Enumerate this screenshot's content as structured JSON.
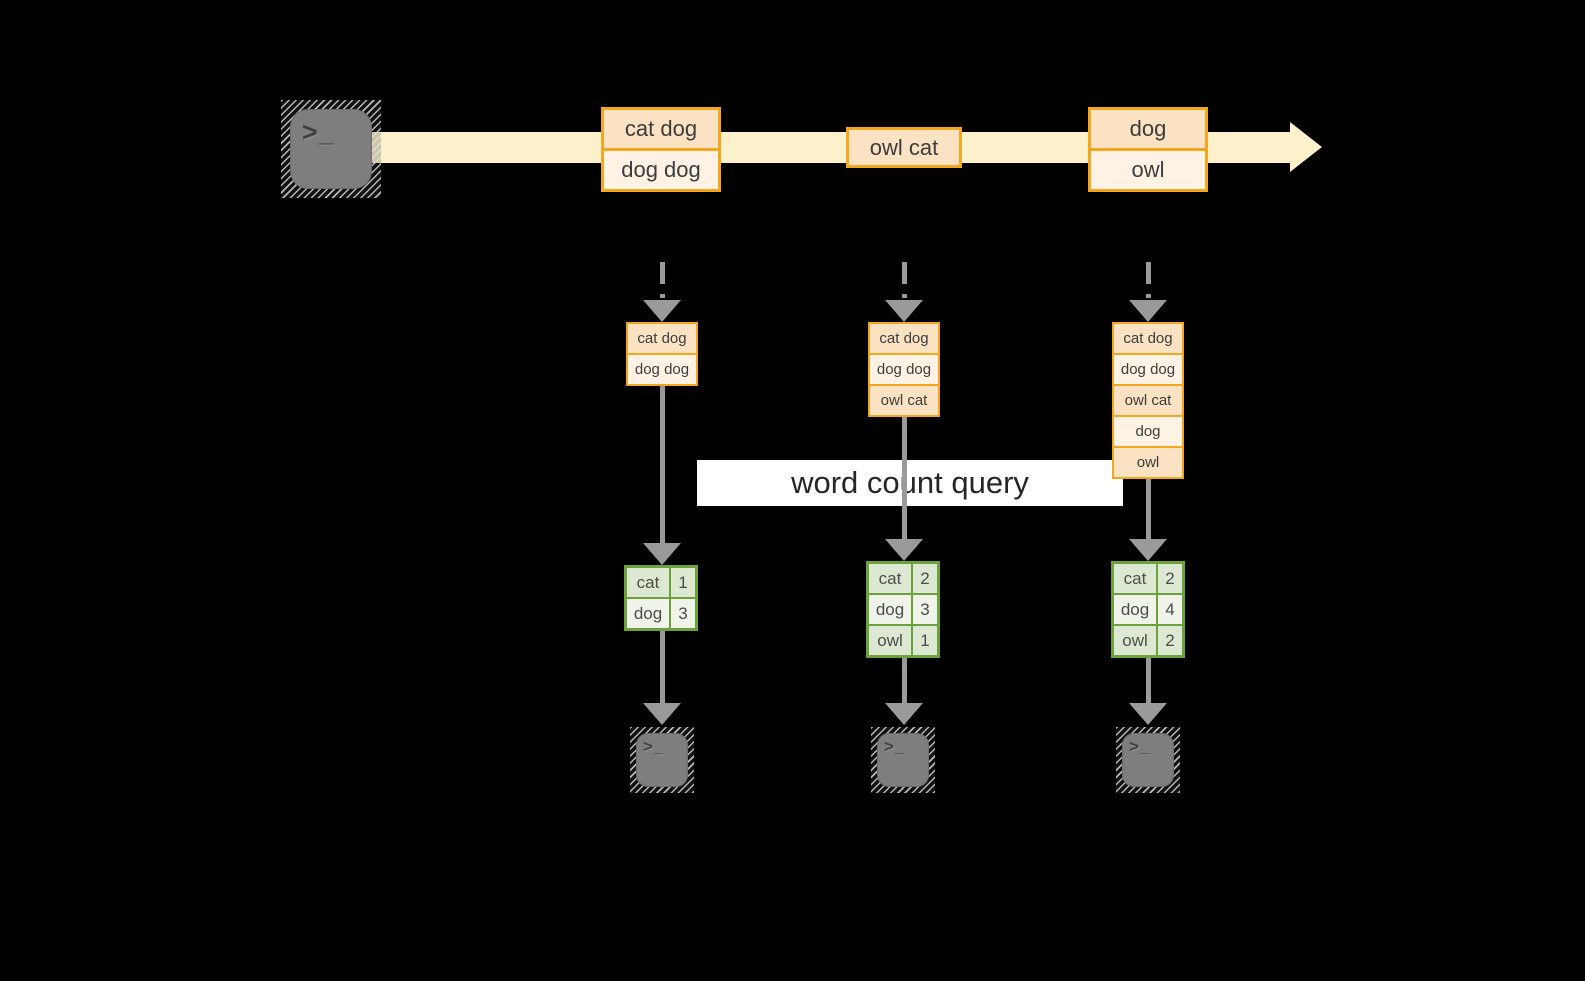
{
  "query": {
    "label": "word count query"
  },
  "terminal": {
    "glyph": ">",
    "cursor": "_"
  },
  "stream": {
    "events": [
      {
        "rows": [
          "cat dog",
          "dog dog"
        ]
      },
      {
        "rows": [
          "owl cat"
        ]
      },
      {
        "rows": [
          "dog",
          "owl"
        ]
      }
    ]
  },
  "columns": [
    {
      "batch": [
        "cat dog",
        "dog dog"
      ],
      "counts": [
        {
          "word": "cat",
          "count": "1"
        },
        {
          "word": "dog",
          "count": "3"
        }
      ]
    },
    {
      "batch": [
        "cat dog",
        "dog dog",
        "owl cat"
      ],
      "counts": [
        {
          "word": "cat",
          "count": "2"
        },
        {
          "word": "dog",
          "count": "3"
        },
        {
          "word": "owl",
          "count": "1"
        }
      ]
    },
    {
      "batch": [
        "cat dog",
        "dog dog",
        "owl cat",
        "dog",
        "owl"
      ],
      "counts": [
        {
          "word": "cat",
          "count": "2"
        },
        {
          "word": "dog",
          "count": "4"
        },
        {
          "word": "owl",
          "count": "2"
        }
      ]
    }
  ],
  "colors": {
    "background": "#000000",
    "band": "#FDF1CB",
    "box_border": "#F2A71E",
    "box_fill_a": "#FAE2C2",
    "box_fill_b": "#FDF2E3",
    "table_border": "#6BA23C",
    "table_fill_a": "#DCE8D2",
    "table_fill_b": "#EFF3EA",
    "arrow_gray": "#9A9A9A",
    "terminal_gray": "#7E7E7E",
    "banner_bg": "#FFFFFF",
    "banner_text": "#262626",
    "box_text": "#3D3D3D",
    "table_text": "#4D4D4D",
    "glyph": "#3F3F3F"
  }
}
